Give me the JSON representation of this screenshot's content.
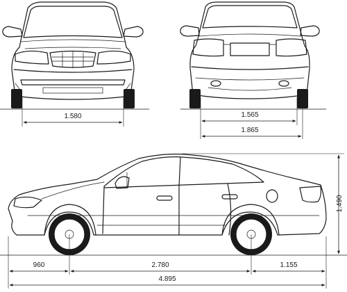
{
  "dimensions": {
    "front_track": "1.580",
    "rear_track": "1.565",
    "overall_width": "1.865",
    "height": "1.490",
    "front_overhang": "960",
    "wheelbase": "2.780",
    "rear_overhang": "1.155",
    "overall_length": "4.895"
  }
}
